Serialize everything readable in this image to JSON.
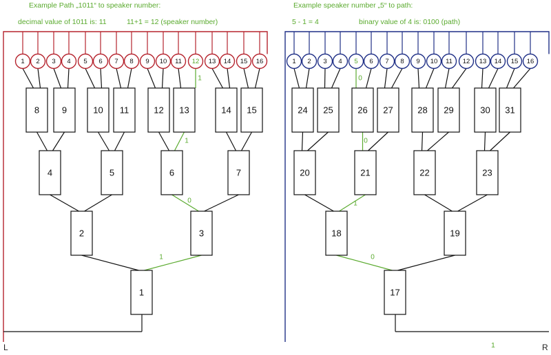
{
  "colors": {
    "left_bus": "#b5232d",
    "right_bus": "#1f2f86",
    "annotation": "#5aaa2e",
    "box_stroke": "#111111",
    "background": "#ffffff"
  },
  "left_panel": {
    "heading": "Example Path „1011“ to speaker number:",
    "decimal_note": "decimal value of 1011 is: 11",
    "sum_note": "11+1 = 12 (speaker number)",
    "side_label": "L",
    "speakers": [
      "1",
      "2",
      "3",
      "4",
      "5",
      "6",
      "7",
      "8",
      "9",
      "10",
      "11",
      "12",
      "13",
      "14",
      "15",
      "16"
    ],
    "highlight_speaker": "12",
    "tree_boxes": [
      "1",
      "2",
      "3",
      "4",
      "5",
      "6",
      "7",
      "8",
      "9",
      "10",
      "11",
      "12",
      "13",
      "14",
      "15"
    ],
    "path_bits": [
      "1",
      "0",
      "1",
      "1"
    ]
  },
  "right_panel": {
    "heading": "Example speaker number „5“ to path:",
    "subtract_note": "5 - 1 = 4",
    "binary_note": "binary value of 4 is: 0100 (path)",
    "side_label": "R",
    "speakers": [
      "1",
      "2",
      "3",
      "4",
      "5",
      "6",
      "7",
      "8",
      "9",
      "10",
      "11",
      "12",
      "13",
      "14",
      "15",
      "16"
    ],
    "highlight_speaker": "5",
    "tree_boxes": [
      "17",
      "18",
      "19",
      "20",
      "21",
      "22",
      "23",
      "24",
      "25",
      "26",
      "27",
      "28",
      "29",
      "30",
      "31"
    ],
    "path_bits": [
      "0",
      "1",
      "0",
      "0"
    ]
  },
  "bottom_bit": "1"
}
